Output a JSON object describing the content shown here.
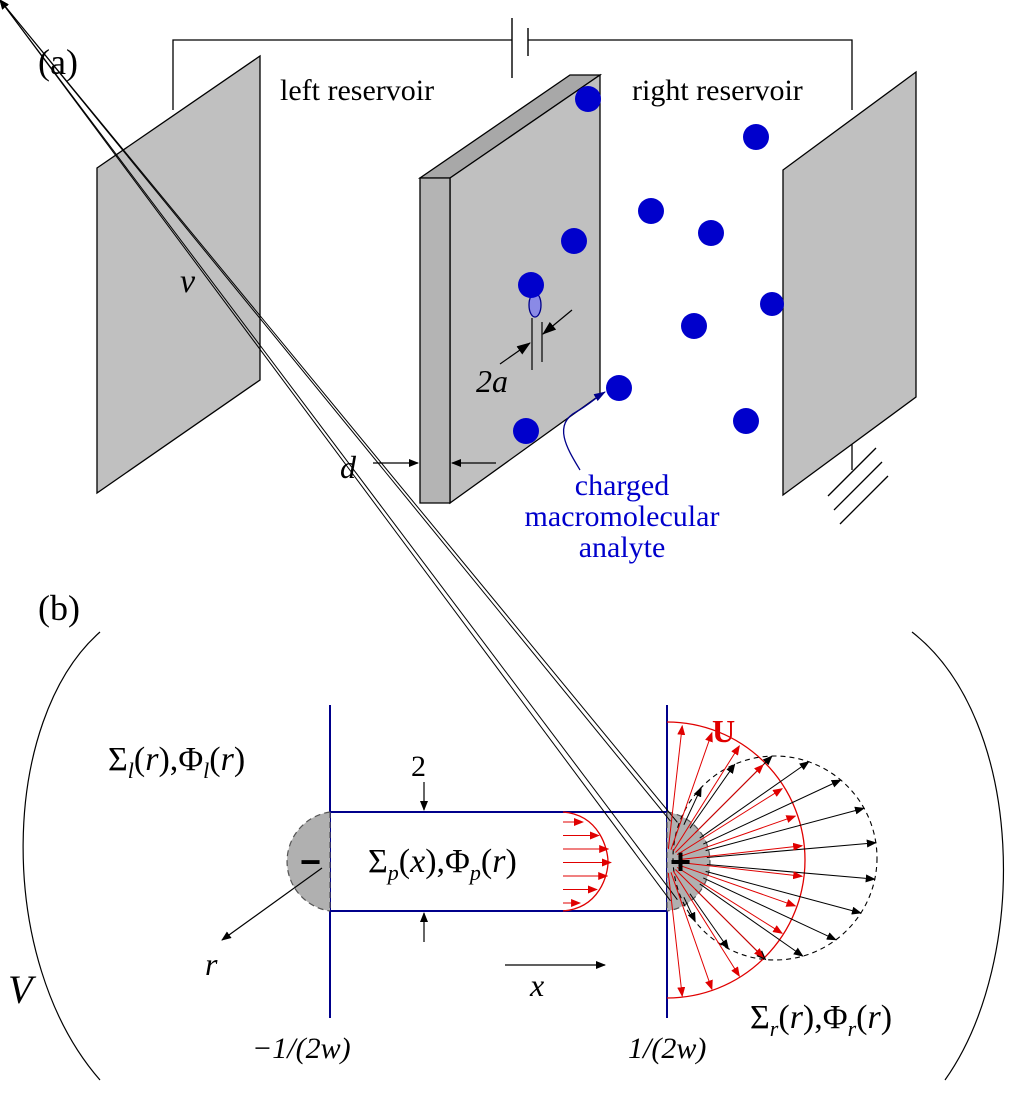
{
  "panel_a": {
    "label": "(a)",
    "left_reservoir_label": "left reservoir",
    "right_reservoir_label": "right reservoir",
    "voltage_symbol": "v",
    "pore_diameter_label": "2a",
    "membrane_thickness_label": "d",
    "analyte_label_line1": "charged",
    "analyte_label_line2": "macromolecular",
    "analyte_label_line3": "analyte"
  },
  "panel_b": {
    "label": "(b)",
    "volume_symbol": "V",
    "left_sigma": "Σ",
    "left_sigma_sub": "l",
    "left_phi": "Φ",
    "left_phi_sub": "l",
    "pore_sigma": "Σ",
    "pore_sigma_sub": "p",
    "pore_phi": "Φ",
    "pore_phi_sub": "p",
    "right_sigma": "Σ",
    "right_sigma_sub": "r",
    "right_phi": "Φ",
    "right_phi_sub": "r",
    "arg_r": "r",
    "arg_x": "x",
    "pore_width_label": "2",
    "minus_sign": "−",
    "plus_sign": "+",
    "velocity_label": "U",
    "r_axis_label": "r",
    "x_axis_label": "x",
    "left_boundary_label": "−1/(2w)",
    "right_boundary_label": "1/(2w)"
  },
  "colors": {
    "plate_fill": "#c0c0c0",
    "molecule_blue": "#0000cc",
    "pore_blue": "#00008b",
    "flow_red": "#e00000",
    "ink": "#000000"
  }
}
